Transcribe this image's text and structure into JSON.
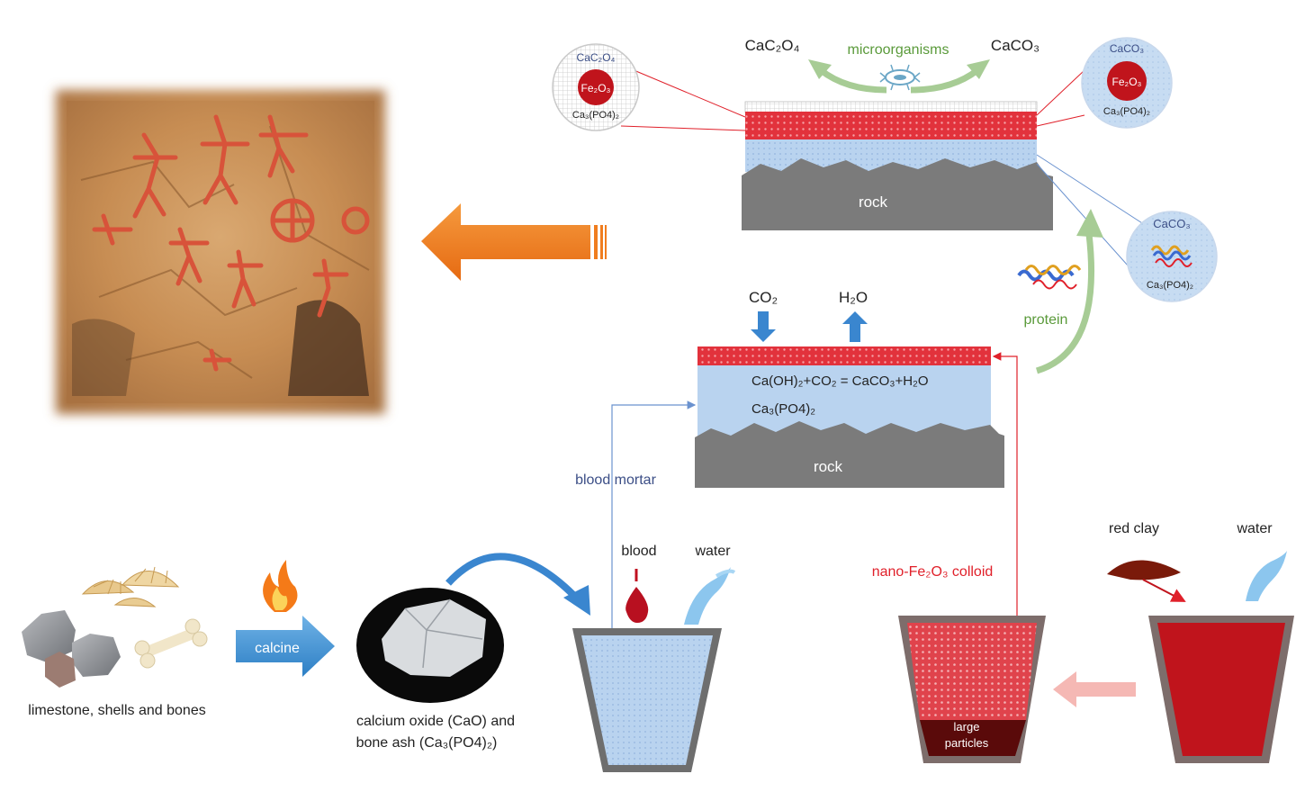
{
  "labels": {
    "cac2o4_top": "CaC₂O₄",
    "microorganisms": "microorganisms",
    "caco3_top": "CaCO₃",
    "rock_top": "rock",
    "rock_bottom": "rock",
    "co2": "CO₂",
    "h2o": "H₂O",
    "protein": "protein",
    "reaction": "Ca(OH)₂+CO₂ = CaCO₃+H₂O",
    "ca3po4_layer": "Ca₃(PO4)₂",
    "blood_mortar": "blood mortar",
    "blood": "blood",
    "water_left": "water",
    "red_clay": "red clay",
    "water_right": "water",
    "nano_colloid": "nano-Fe₂O₃ colloid",
    "large_particles": [
      "large",
      "particles"
    ],
    "calcine": "calcine",
    "raw_materials": "limestone, shells and bones",
    "cao_line1": "calcium oxide (CaO) and",
    "cao_line2": "bone ash (Ca₃(PO4)₂)"
  },
  "insets": {
    "left": {
      "top": "CaC₂O₄",
      "core": "Fe₂O₃",
      "bottom": "Ca₃(PO4)₂"
    },
    "right": {
      "top": "CaCO₃",
      "core": "Fe₂O₃",
      "bottom": "Ca₃(PO4)₂"
    },
    "lower": {
      "top": "CaCO₃",
      "bottom": "Ca₃(PO4)₂"
    }
  },
  "colors": {
    "red_layer": "#e2323c",
    "blue_layer": "#b9d3ef",
    "rock": "#7b7b7b",
    "orange_arrow": "#f07d1e",
    "green_arrow": "#9cc48a",
    "blue_arrow": "#3a86cf",
    "label_green": "#5a9a3a",
    "label_red": "#e0202a",
    "label_blue": "#3b4e86",
    "bucket_red": "#c0141c",
    "dark_red": "#5a0a0a"
  },
  "icons": [
    "rock-painting-image",
    "flame-icon",
    "microorganism-icon",
    "protein-icon",
    "limestone-icon",
    "shell-icon",
    "bone-icon",
    "cao-lump-icon",
    "blood-drop-icon",
    "water-splash-icon",
    "red-clay-icon"
  ]
}
